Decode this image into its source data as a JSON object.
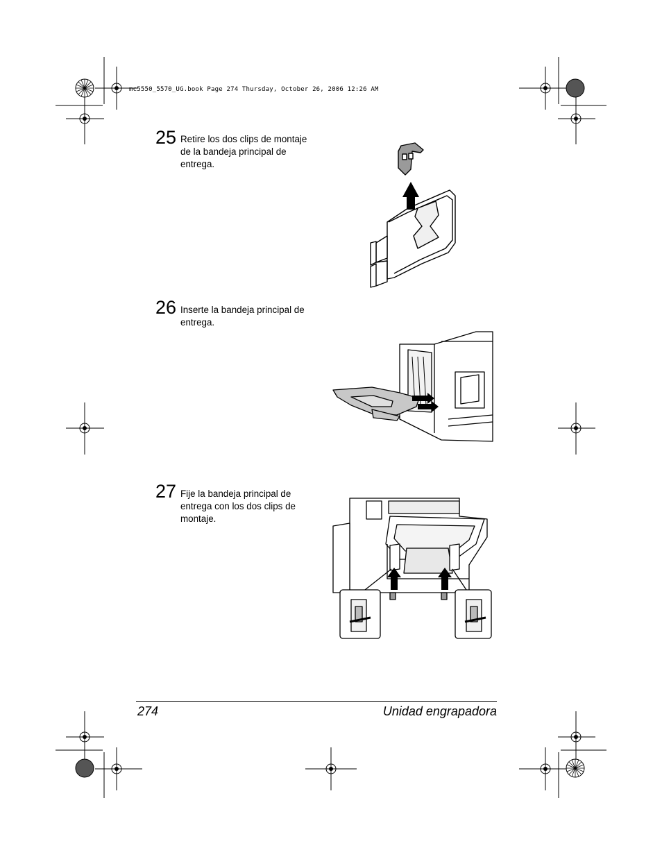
{
  "print_header": "mc5550_5570_UG.book  Page 274  Thursday, October 26, 2006  12:26 AM",
  "steps": [
    {
      "number": "25",
      "text": "Retire los dos clips de montaje de la bandeja principal de entrega."
    },
    {
      "number": "26",
      "text": "Inserte la bandeja principal de entrega."
    },
    {
      "number": "27",
      "text": "Fije la bandeja principal de entrega con los dos clips de montaje."
    }
  ],
  "footer": {
    "page_number": "274",
    "section_title": "Unidad engrapadora"
  }
}
